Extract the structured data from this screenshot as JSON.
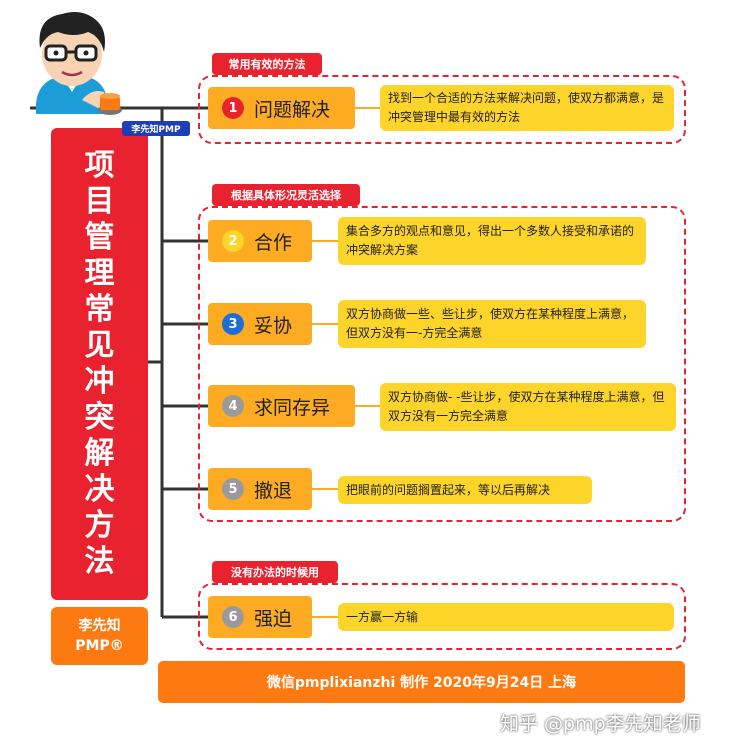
{
  "title_chars": [
    "项",
    "目",
    "管",
    "理",
    "常",
    "见",
    "冲",
    "突",
    "解",
    "决",
    "方",
    "法"
  ],
  "author": {
    "line1": "李先知",
    "line2": "PMP®"
  },
  "badge": "李先知PMP",
  "footer": "微信pmplixianzhi 制作 2020年9月24日 上海",
  "watermark": "知乎 @pmp李先知老师",
  "groups": [
    {
      "label": "常用有效的方法"
    },
    {
      "label": "根据具体形况灵活选择"
    },
    {
      "label": "没有办法的时候用"
    }
  ],
  "methods": [
    {
      "num": "1",
      "name": "问题解决",
      "desc": "找到一个合适的方法来解决问题，使双方都满意，是冲突管理中最有效的方法",
      "num_color": "#e8232f"
    },
    {
      "num": "2",
      "name": "合作",
      "desc": "集合多方的观点和意见，得出一个多数人接受和承诺的冲突解决方案",
      "num_color": "#fdd42a"
    },
    {
      "num": "3",
      "name": "妥协",
      "desc": "双方协商做一些、些让步，使双方在某种程度上满意，但双方没有一-方完全满意",
      "num_color": "#1d6fd6"
    },
    {
      "num": "4",
      "name": "求同存异",
      "desc": "双方协商做- -些让步，使双方在某种程度上满意，但双方没有一方完全满意",
      "num_color": "#9a9a9a"
    },
    {
      "num": "5",
      "name": "撤退",
      "desc": "把眼前的问题搁置起来，等以后再解决",
      "num_color": "#9a9a9a"
    },
    {
      "num": "6",
      "name": "强迫",
      "desc": "一方赢一方输",
      "num_color": "#9a9a9a"
    }
  ],
  "colors": {
    "red": "#e8232f",
    "orange": "#fd7a12",
    "amber": "#fdab22",
    "yellow": "#fdd42a",
    "blue": "#1d3fb5"
  }
}
